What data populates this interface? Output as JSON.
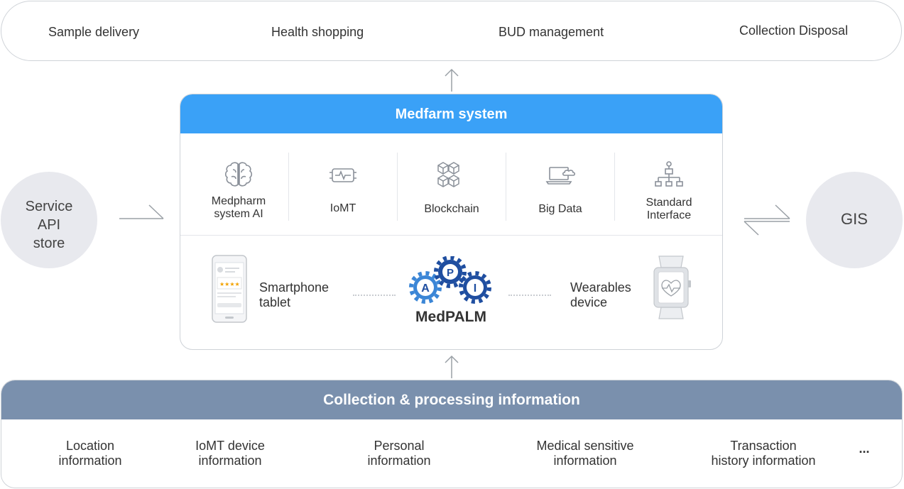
{
  "top_services": [
    "Sample delivery",
    "Health shopping",
    "BUD management",
    "Collection Disposal"
  ],
  "system": {
    "title": "Medfarm system",
    "technologies": [
      {
        "label": "Medpharm\nsystem AI",
        "icon": "brain-icon"
      },
      {
        "label": "IoMT",
        "icon": "iomt-chip-icon"
      },
      {
        "label": "Blockchain",
        "icon": "blockchain-cubes-icon"
      },
      {
        "label": "Big Data",
        "icon": "cloud-laptop-icon"
      },
      {
        "label": "Standard\nInterface",
        "icon": "network-tree-icon"
      }
    ],
    "devices_left": "Smartphone\ntablet",
    "devices_right": "Wearables\ndevice",
    "api_letters": [
      "A",
      "P",
      "I"
    ],
    "platform_name": "MedPALM"
  },
  "left_node": "Service\nAPI\nstore",
  "right_node": "GIS",
  "collection": {
    "title": "Collection & processing information",
    "items": [
      "Location\ninformation",
      "IoMT device\ninformation",
      "Personal\ninformation",
      "Medical sensitive\ninformation",
      "Transaction\nhistory information"
    ],
    "more": "..."
  },
  "colors": {
    "system_header": "#3aa1f7",
    "collection_header": "#7a90ad",
    "gear_dark": "#1f4ea0",
    "gear_light": "#3b86d6",
    "circle_fill": "#e8e9ee"
  }
}
